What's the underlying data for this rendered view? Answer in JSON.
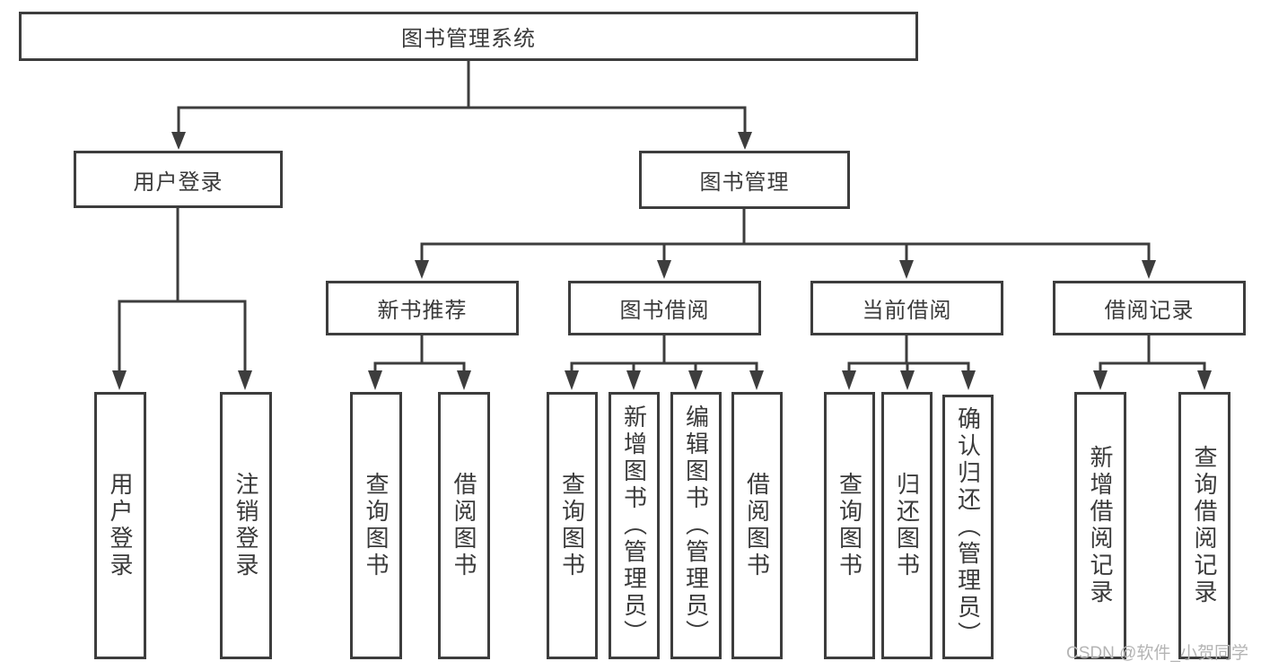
{
  "diagram": {
    "root": {
      "label": "图书管理系统"
    },
    "branches": [
      {
        "label": "用户登录",
        "children": [
          {
            "label": "用户登录"
          },
          {
            "label": "注销登录"
          }
        ]
      },
      {
        "label": "图书管理",
        "children": [
          {
            "label": "新书推荐",
            "children": [
              {
                "label": "查询图书"
              },
              {
                "label": "借阅图书"
              }
            ]
          },
          {
            "label": "图书借阅",
            "children": [
              {
                "label": "查询图书"
              },
              {
                "label": "新增图书（管理员）"
              },
              {
                "label": "编辑图书（管理员）"
              },
              {
                "label": "借阅图书"
              }
            ]
          },
          {
            "label": "当前借阅",
            "children": [
              {
                "label": "查询图书"
              },
              {
                "label": "归还图书"
              },
              {
                "label": "确认归还（管理员）"
              }
            ]
          },
          {
            "label": "借阅记录",
            "children": [
              {
                "label": "新增借阅记录"
              },
              {
                "label": "查询借阅记录"
              }
            ]
          }
        ]
      }
    ]
  },
  "watermark": {
    "text": "CSDN @软件_小贺同学"
  },
  "colors": {
    "line": "#3d3d3d",
    "text": "#3a3a3a",
    "watermark": "#b4b4b4",
    "background": "#ffffff"
  }
}
